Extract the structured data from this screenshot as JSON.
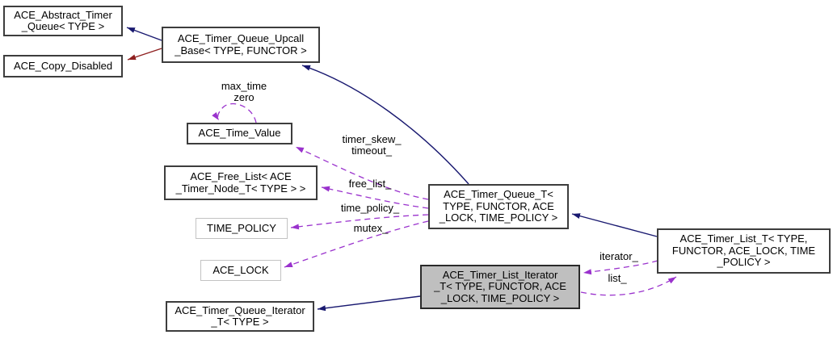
{
  "diagram": {
    "type": "collaboration-graph",
    "colors": {
      "inheritance_edge": "#191970",
      "protected_inheritance_edge": "#8f2020",
      "usage_edge": "#9a32cd",
      "node_fill": "#ffffff",
      "current_node_fill": "#bfbfbf",
      "node_border": "#3d3d3d",
      "param_node_border": "#c3c3c3",
      "text": "#000000"
    },
    "nodes": {
      "abstract_timer_queue": {
        "label": "ACE_Abstract_Timer\n_Queue< TYPE >"
      },
      "copy_disabled": {
        "label": "ACE_Copy_Disabled"
      },
      "timer_queue_upcall_base": {
        "label": "ACE_Timer_Queue_Upcall\n_Base< TYPE, FUNCTOR >"
      },
      "time_value": {
        "label": "ACE_Time_Value"
      },
      "free_list": {
        "label": "ACE_Free_List< ACE\n_Timer_Node_T< TYPE > >"
      },
      "time_policy": {
        "label": "TIME_POLICY"
      },
      "ace_lock": {
        "label": "ACE_LOCK"
      },
      "timer_queue_t": {
        "label": "ACE_Timer_Queue_T<\n TYPE, FUNCTOR, ACE\n_LOCK, TIME_POLICY >"
      },
      "timer_list_t": {
        "label": "ACE_Timer_List_T< TYPE,\n FUNCTOR, ACE_LOCK, TIME\n_POLICY >"
      },
      "timer_list_iterator_t": {
        "label": "ACE_Timer_List_Iterator\n_T< TYPE, FUNCTOR, ACE\n _LOCK, TIME_POLICY >"
      },
      "timer_queue_iterator_t": {
        "label": "ACE_Timer_Queue_Iterator\n_T< TYPE >"
      }
    },
    "edge_labels": {
      "self_loop": "max_time\nzero",
      "timer_skew": "timer_skew_\ntimeout_",
      "free_list": "free_list_",
      "time_policy": "time_policy_",
      "mutex": "mutex_",
      "iterator": "iterator_",
      "list": "list_"
    }
  }
}
